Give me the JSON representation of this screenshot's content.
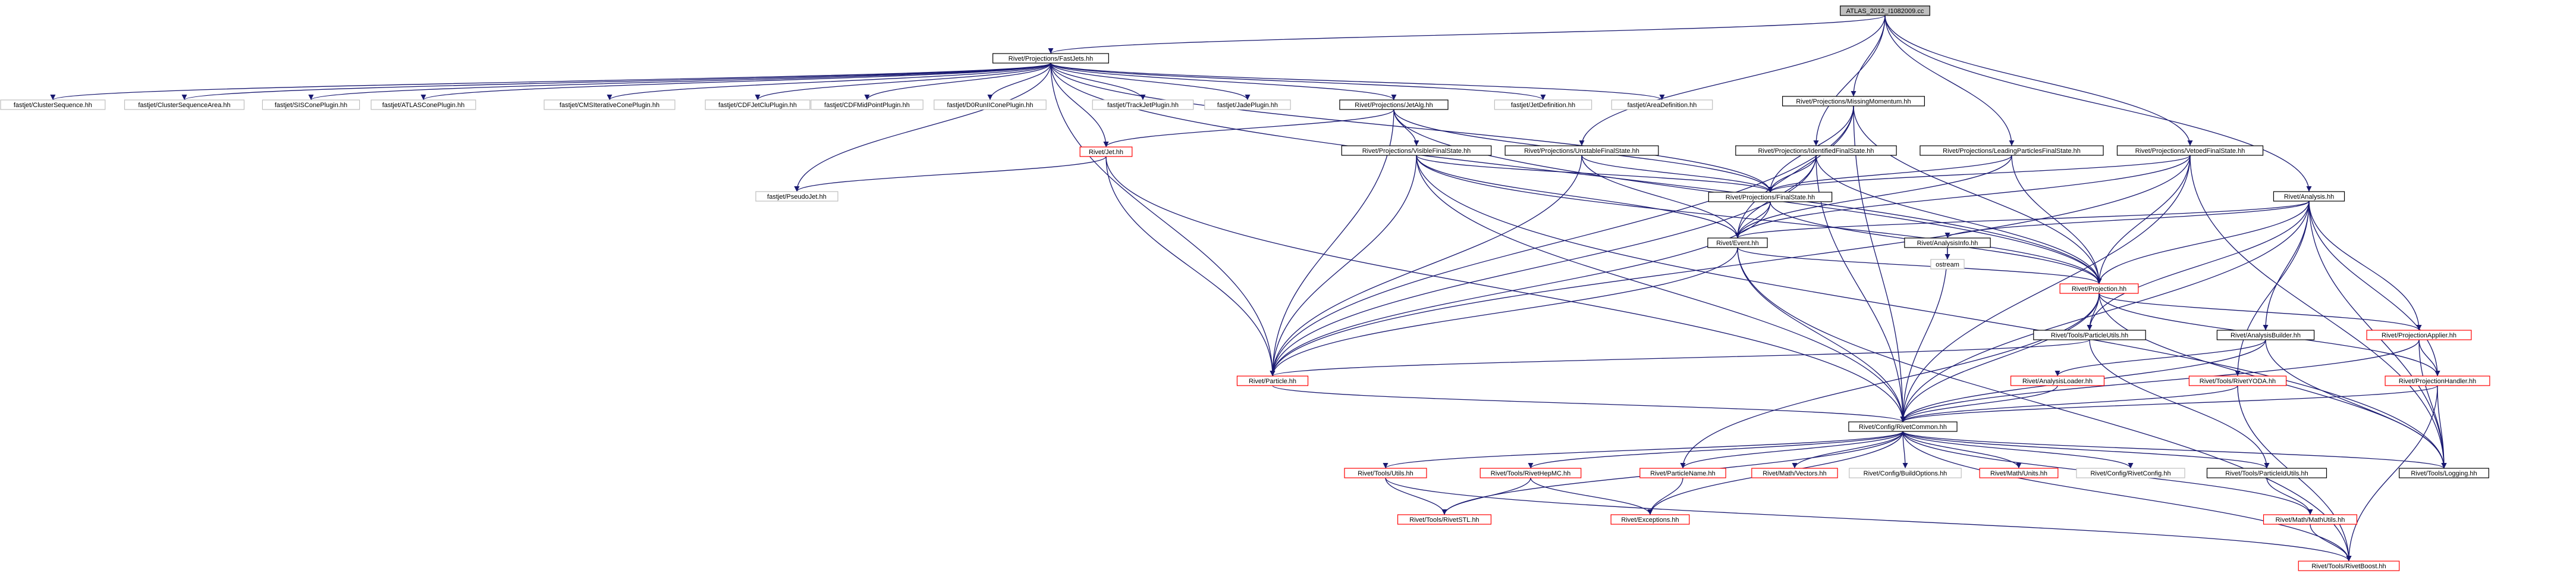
{
  "diagram": {
    "type": "include-dependency-graph",
    "colors": {
      "root_fill": "#bfbfbf",
      "root_border": "#000000",
      "node_fill": "#ffffff",
      "node_border_doc": "#000000",
      "node_border_partial": "#ff0000",
      "node_border_external": "#bfbfbf",
      "edge_color": "#191970"
    },
    "nodes": [
      {
        "id": "n0",
        "label": "ATLAS_2012_I1082009.cc",
        "kind": "root"
      },
      {
        "id": "n1",
        "label": "Rivet/Projections/FastJets.hh",
        "kind": "doc"
      },
      {
        "id": "n2",
        "label": "fastjet/ClusterSequence.hh",
        "kind": "external"
      },
      {
        "id": "n3",
        "label": "fastjet/ClusterSequenceArea.hh",
        "kind": "external"
      },
      {
        "id": "n4",
        "label": "fastjet/SISConePlugin.hh",
        "kind": "external"
      },
      {
        "id": "n5",
        "label": "fastjet/ATLASConePlugin.hh",
        "kind": "external"
      },
      {
        "id": "n6",
        "label": "fastjet/CMSIterativeConePlugin.hh",
        "kind": "external"
      },
      {
        "id": "n7",
        "label": "fastjet/CDFJetCluPlugin.hh",
        "kind": "external"
      },
      {
        "id": "n8",
        "label": "fastjet/CDFMidPointPlugin.hh",
        "kind": "external"
      },
      {
        "id": "n9",
        "label": "fastjet/D0RunIIConePlugin.hh",
        "kind": "external"
      },
      {
        "id": "n10",
        "label": "fastjet/TrackJetPlugin.hh",
        "kind": "external"
      },
      {
        "id": "n11",
        "label": "fastjet/JadePlugin.hh",
        "kind": "external"
      },
      {
        "id": "n12",
        "label": "Rivet/Projections/JetAlg.hh",
        "kind": "doc"
      },
      {
        "id": "n13",
        "label": "fastjet/JetDefinition.hh",
        "kind": "external"
      },
      {
        "id": "n14",
        "label": "fastjet/AreaDefinition.hh",
        "kind": "external"
      },
      {
        "id": "n15",
        "label": "Rivet/Projections/MissingMomentum.hh",
        "kind": "doc"
      },
      {
        "id": "n16",
        "label": "Rivet/Jet.hh",
        "kind": "partial"
      },
      {
        "id": "n17",
        "label": "fastjet/PseudoJet.hh",
        "kind": "external"
      },
      {
        "id": "n18",
        "label": "Rivet/Projections/VisibleFinalState.hh",
        "kind": "doc"
      },
      {
        "id": "n19",
        "label": "Rivet/Projections/UnstableFinalState.hh",
        "kind": "doc"
      },
      {
        "id": "n20",
        "label": "Rivet/Projections/IdentifiedFinalState.hh",
        "kind": "doc"
      },
      {
        "id": "n21",
        "label": "Rivet/Projections/LeadingParticlesFinalState.hh",
        "kind": "doc"
      },
      {
        "id": "n22",
        "label": "Rivet/Projections/VetoedFinalState.hh",
        "kind": "doc"
      },
      {
        "id": "n23",
        "label": "Rivet/Projections/FinalState.hh",
        "kind": "doc"
      },
      {
        "id": "n24",
        "label": "Rivet/Analysis.hh",
        "kind": "doc"
      },
      {
        "id": "n25",
        "label": "Rivet/Event.hh",
        "kind": "doc"
      },
      {
        "id": "n26",
        "label": "Rivet/AnalysisInfo.hh",
        "kind": "doc"
      },
      {
        "id": "n27",
        "label": "ostream",
        "kind": "external"
      },
      {
        "id": "n28",
        "label": "Rivet/Projection.hh",
        "kind": "partial"
      },
      {
        "id": "n29",
        "label": "Rivet/Tools/ParticleUtils.hh",
        "kind": "doc"
      },
      {
        "id": "n30",
        "label": "Rivet/AnalysisBuilder.hh",
        "kind": "doc"
      },
      {
        "id": "n31",
        "label": "Rivet/ProjectionApplier.hh",
        "kind": "partial"
      },
      {
        "id": "n32",
        "label": "Rivet/Particle.hh",
        "kind": "partial"
      },
      {
        "id": "n33",
        "label": "Rivet/AnalysisLoader.hh",
        "kind": "partial"
      },
      {
        "id": "n34",
        "label": "Rivet/Tools/RivetYODA.hh",
        "kind": "partial"
      },
      {
        "id": "n35",
        "label": "Rivet/ProjectionHandler.hh",
        "kind": "partial"
      },
      {
        "id": "n36",
        "label": "Rivet/Config/RivetCommon.hh",
        "kind": "doc"
      },
      {
        "id": "n37",
        "label": "Rivet/Tools/Utils.hh",
        "kind": "partial"
      },
      {
        "id": "n38",
        "label": "Rivet/Tools/RivetHepMC.hh",
        "kind": "partial"
      },
      {
        "id": "n39",
        "label": "Rivet/ParticleName.hh",
        "kind": "partial"
      },
      {
        "id": "n40",
        "label": "Rivet/Math/Vectors.hh",
        "kind": "partial"
      },
      {
        "id": "n41",
        "label": "Rivet/Config/BuildOptions.hh",
        "kind": "external"
      },
      {
        "id": "n42",
        "label": "Rivet/Math/Units.hh",
        "kind": "partial"
      },
      {
        "id": "n43",
        "label": "Rivet/Config/RivetConfig.hh",
        "kind": "external"
      },
      {
        "id": "n44",
        "label": "Rivet/Tools/ParticleIdUtils.hh",
        "kind": "doc"
      },
      {
        "id": "n45",
        "label": "Rivet/Tools/Logging.hh",
        "kind": "doc"
      },
      {
        "id": "n46",
        "label": "Rivet/Tools/RivetSTL.hh",
        "kind": "partial"
      },
      {
        "id": "n47",
        "label": "Rivet/Exceptions.hh",
        "kind": "partial"
      },
      {
        "id": "n48",
        "label": "Rivet/Math/MathUtils.hh",
        "kind": "partial"
      },
      {
        "id": "n49",
        "label": "Rivet/Tools/RivetBoost.hh",
        "kind": "partial"
      }
    ],
    "edges": [
      [
        "n0",
        "n1"
      ],
      [
        "n0",
        "n15"
      ],
      [
        "n0",
        "n20"
      ],
      [
        "n0",
        "n21"
      ],
      [
        "n0",
        "n22"
      ],
      [
        "n0",
        "n24"
      ],
      [
        "n0",
        "n19"
      ],
      [
        "n1",
        "n2"
      ],
      [
        "n1",
        "n3"
      ],
      [
        "n1",
        "n4"
      ],
      [
        "n1",
        "n5"
      ],
      [
        "n1",
        "n6"
      ],
      [
        "n1",
        "n7"
      ],
      [
        "n1",
        "n8"
      ],
      [
        "n1",
        "n9"
      ],
      [
        "n1",
        "n10"
      ],
      [
        "n1",
        "n11"
      ],
      [
        "n1",
        "n12"
      ],
      [
        "n1",
        "n13"
      ],
      [
        "n1",
        "n14"
      ],
      [
        "n1",
        "n16"
      ],
      [
        "n1",
        "n17"
      ],
      [
        "n1",
        "n23"
      ],
      [
        "n1",
        "n28"
      ],
      [
        "n1",
        "n32"
      ],
      [
        "n12",
        "n18"
      ],
      [
        "n12",
        "n23"
      ],
      [
        "n12",
        "n32"
      ],
      [
        "n12",
        "n16"
      ],
      [
        "n12",
        "n28"
      ],
      [
        "n15",
        "n23"
      ],
      [
        "n15",
        "n25"
      ],
      [
        "n15",
        "n28"
      ],
      [
        "n15",
        "n32"
      ],
      [
        "n15",
        "n36"
      ],
      [
        "n16",
        "n17"
      ],
      [
        "n16",
        "n32"
      ],
      [
        "n16",
        "n36"
      ],
      [
        "n18",
        "n23"
      ],
      [
        "n18",
        "n25"
      ],
      [
        "n18",
        "n28"
      ],
      [
        "n18",
        "n32"
      ],
      [
        "n18",
        "n36"
      ],
      [
        "n18",
        "n45"
      ],
      [
        "n19",
        "n23"
      ],
      [
        "n19",
        "n25"
      ],
      [
        "n19",
        "n32"
      ],
      [
        "n20",
        "n23"
      ],
      [
        "n20",
        "n25"
      ],
      [
        "n20",
        "n28"
      ],
      [
        "n20",
        "n32"
      ],
      [
        "n20",
        "n36"
      ],
      [
        "n21",
        "n23"
      ],
      [
        "n21",
        "n25"
      ],
      [
        "n21",
        "n28"
      ],
      [
        "n22",
        "n23"
      ],
      [
        "n22",
        "n25"
      ],
      [
        "n22",
        "n28"
      ],
      [
        "n22",
        "n32"
      ],
      [
        "n22",
        "n36"
      ],
      [
        "n22",
        "n45"
      ],
      [
        "n23",
        "n25"
      ],
      [
        "n23",
        "n28"
      ],
      [
        "n23",
        "n32"
      ],
      [
        "n24",
        "n25"
      ],
      [
        "n24",
        "n26"
      ],
      [
        "n24",
        "n28"
      ],
      [
        "n24",
        "n29"
      ],
      [
        "n24",
        "n30"
      ],
      [
        "n24",
        "n31"
      ],
      [
        "n24",
        "n34"
      ],
      [
        "n24",
        "n35"
      ],
      [
        "n24",
        "n45"
      ],
      [
        "n24",
        "n36"
      ],
      [
        "n25",
        "n28"
      ],
      [
        "n25",
        "n32"
      ],
      [
        "n25",
        "n36"
      ],
      [
        "n25",
        "n49"
      ],
      [
        "n26",
        "n27"
      ],
      [
        "n26",
        "n36"
      ],
      [
        "n28",
        "n29"
      ],
      [
        "n28",
        "n31"
      ],
      [
        "n28",
        "n35"
      ],
      [
        "n28",
        "n36"
      ],
      [
        "n28",
        "n39"
      ],
      [
        "n28",
        "n45"
      ],
      [
        "n29",
        "n32"
      ],
      [
        "n29",
        "n44"
      ],
      [
        "n30",
        "n33"
      ],
      [
        "n30",
        "n36"
      ],
      [
        "n30",
        "n45"
      ],
      [
        "n31",
        "n35"
      ],
      [
        "n31",
        "n36"
      ],
      [
        "n31",
        "n45"
      ],
      [
        "n32",
        "n36"
      ],
      [
        "n33",
        "n36"
      ],
      [
        "n34",
        "n36"
      ],
      [
        "n34",
        "n49"
      ],
      [
        "n35",
        "n36"
      ],
      [
        "n35",
        "n45"
      ],
      [
        "n35",
        "n49"
      ],
      [
        "n36",
        "n37"
      ],
      [
        "n36",
        "n38"
      ],
      [
        "n36",
        "n39"
      ],
      [
        "n36",
        "n40"
      ],
      [
        "n36",
        "n41"
      ],
      [
        "n36",
        "n42"
      ],
      [
        "n36",
        "n43"
      ],
      [
        "n36",
        "n44"
      ],
      [
        "n36",
        "n45"
      ],
      [
        "n36",
        "n46"
      ],
      [
        "n36",
        "n47"
      ],
      [
        "n36",
        "n48"
      ],
      [
        "n36",
        "n49"
      ],
      [
        "n37",
        "n46"
      ],
      [
        "n37",
        "n49"
      ],
      [
        "n38",
        "n46"
      ],
      [
        "n38",
        "n47"
      ],
      [
        "n39",
        "n47"
      ],
      [
        "n44",
        "n48"
      ],
      [
        "n48",
        "n49"
      ]
    ]
  }
}
